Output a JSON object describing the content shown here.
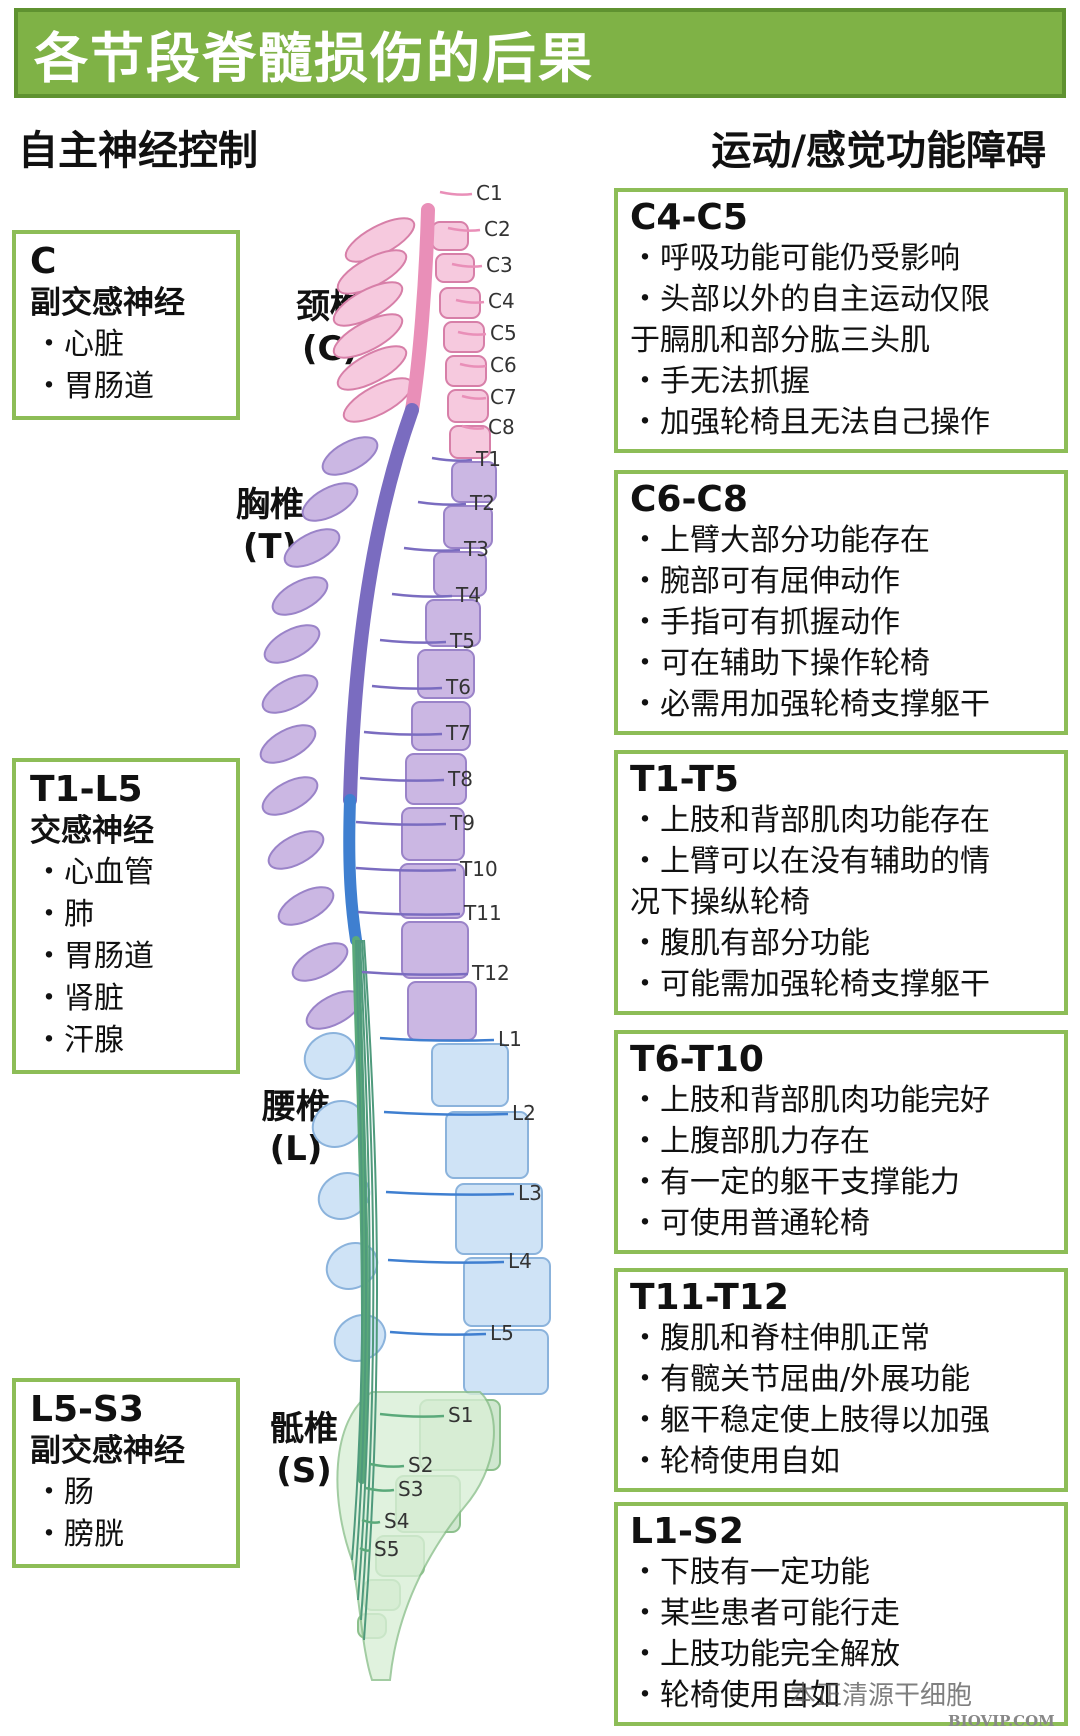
{
  "title": "各节段脊髓损伤的后果",
  "left_header": "自主神经控制",
  "right_header": "运动/感觉功能障碍",
  "left_boxes": [
    {
      "segment": "C",
      "system": "副交感神经",
      "items": [
        "心脏",
        "胃肠道"
      ]
    },
    {
      "segment": "T1-L5",
      "system": "交感神经",
      "items": [
        "心血管",
        "肺",
        "胃肠道",
        "肾脏",
        "汗腺"
      ]
    },
    {
      "segment": "L5-S3",
      "system": "副交感神经",
      "items": [
        "肠",
        "膀胱"
      ]
    }
  ],
  "regions": [
    {
      "name": "颈椎",
      "abbr": "(C)"
    },
    {
      "name": "胸椎",
      "abbr": "(T)"
    },
    {
      "name": "腰椎",
      "abbr": "(L)"
    },
    {
      "name": "骶椎",
      "abbr": "(S)"
    }
  ],
  "levels": [
    "C1",
    "C2",
    "C3",
    "C4",
    "C5",
    "C6",
    "C7",
    "C8",
    "T1",
    "T2",
    "T3",
    "T4",
    "T5",
    "T6",
    "T7",
    "T8",
    "T9",
    "T10",
    "T11",
    "T12",
    "L1",
    "L2",
    "L3",
    "L4",
    "L5",
    "S1",
    "S2",
    "S3",
    "S4",
    "S5"
  ],
  "right_boxes": [
    {
      "segment": "C4-C5",
      "items": [
        {
          "text": "呼吸功能可能仍受影响",
          "bullet": true
        },
        {
          "text": "头部以外的自主运动仅限",
          "bullet": true
        },
        {
          "text": "于膈肌和部分肱三头肌",
          "bullet": false
        },
        {
          "text": "手无法抓握",
          "bullet": true
        },
        {
          "text": "加强轮椅且无法自己操作",
          "bullet": true
        }
      ]
    },
    {
      "segment": "C6-C8",
      "items": [
        {
          "text": "上臂大部分功能存在",
          "bullet": true
        },
        {
          "text": "腕部可有屈伸动作",
          "bullet": true
        },
        {
          "text": "手指可有抓握动作",
          "bullet": true
        },
        {
          "text": "可在辅助下操作轮椅",
          "bullet": true
        },
        {
          "text": "必需用加强轮椅支撑躯干",
          "bullet": true
        }
      ]
    },
    {
      "segment": "T1-T5",
      "items": [
        {
          "text": "上肢和背部肌肉功能存在",
          "bullet": true
        },
        {
          "text": "上臂可以在没有辅助的情",
          "bullet": true
        },
        {
          "text": "况下操纵轮椅",
          "bullet": false
        },
        {
          "text": "腹肌有部分功能",
          "bullet": true
        },
        {
          "text": "可能需加强轮椅支撑躯干",
          "bullet": true
        }
      ]
    },
    {
      "segment": "T6-T10",
      "items": [
        {
          "text": "上肢和背部肌肉功能完好",
          "bullet": true
        },
        {
          "text": "上腹部肌力存在",
          "bullet": true
        },
        {
          "text": "有一定的躯干支撑能力",
          "bullet": true
        },
        {
          "text": "可使用普通轮椅",
          "bullet": true
        }
      ]
    },
    {
      "segment": "T11-T12",
      "items": [
        {
          "text": "腹肌和脊柱伸肌正常",
          "bullet": true
        },
        {
          "text": "有髋关节屈曲/外展功能",
          "bullet": true
        },
        {
          "text": "躯干稳定使上肢得以加强",
          "bullet": true
        },
        {
          "text": "轮椅使用自如",
          "bullet": true
        }
      ]
    },
    {
      "segment": "L1-S2",
      "items": [
        {
          "text": "下肢有一定功能",
          "bullet": true
        },
        {
          "text": "某些患者可能行走",
          "bullet": true
        },
        {
          "text": "上肢功能完全解放",
          "bullet": true
        },
        {
          "text": "轮椅使用自如",
          "bullet": true
        }
      ]
    }
  ],
  "watermark": "本正清源干细胞",
  "watermark_site": "BIOVIP.COM",
  "colors": {
    "title_bg": "#7fb246",
    "box_border": "#8dbd57",
    "cervical": "#e98fb8",
    "thoracic": "#7a6cc0",
    "lumbar": "#3f7fd0",
    "sacral": "#5aa97a"
  }
}
